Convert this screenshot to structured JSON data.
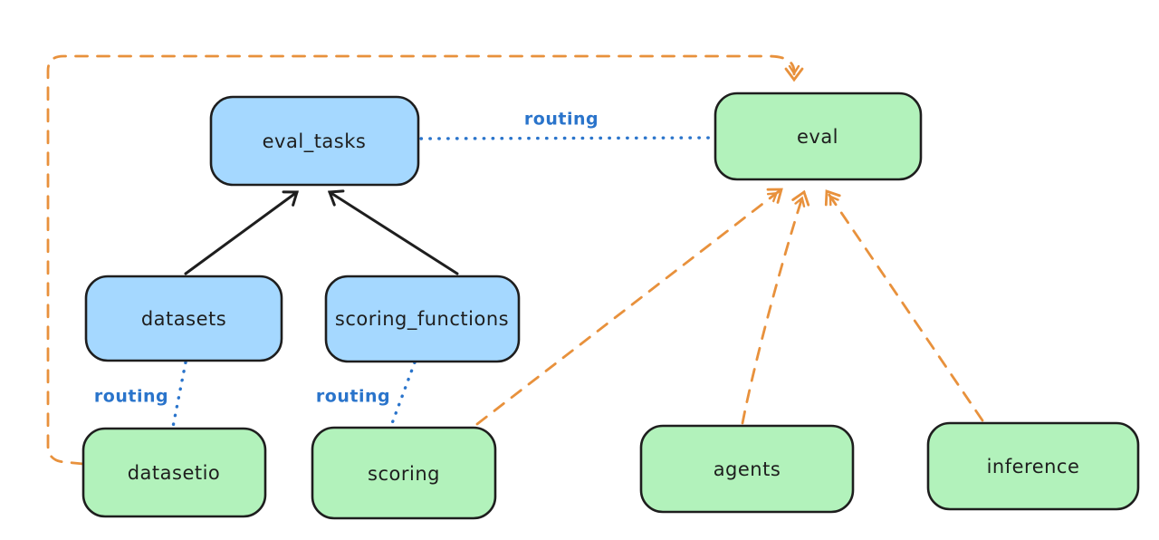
{
  "diagram": {
    "description": "Architecture diagram linking resource registries to providers",
    "nodes": {
      "eval_tasks": {
        "label": "eval_tasks",
        "fill": "#a5d8ff",
        "kind": "resource"
      },
      "eval": {
        "label": "eval",
        "fill": "#b2f2bb",
        "kind": "provider"
      },
      "datasets": {
        "label": "datasets",
        "fill": "#a5d8ff",
        "kind": "resource"
      },
      "scoring_functions": {
        "label": "scoring_functions",
        "fill": "#a5d8ff",
        "kind": "resource"
      },
      "datasetio": {
        "label": "datasetio",
        "fill": "#b2f2bb",
        "kind": "provider"
      },
      "scoring": {
        "label": "scoring",
        "fill": "#b2f2bb",
        "kind": "provider"
      },
      "agents": {
        "label": "agents",
        "fill": "#b2f2bb",
        "kind": "provider"
      },
      "inference": {
        "label": "inference",
        "fill": "#b2f2bb",
        "kind": "provider"
      }
    },
    "labels": {
      "routing": "routing"
    },
    "edges": [
      {
        "from": "datasets",
        "to": "eval_tasks",
        "style": "solid-arrow",
        "color": "black"
      },
      {
        "from": "scoring_functions",
        "to": "eval_tasks",
        "style": "solid-arrow",
        "color": "black"
      },
      {
        "from": "eval_tasks",
        "to": "eval",
        "style": "dotted-line",
        "color": "blue",
        "label": "routing"
      },
      {
        "from": "datasets",
        "to": "datasetio",
        "style": "dotted-line",
        "color": "blue",
        "label": "routing"
      },
      {
        "from": "scoring_functions",
        "to": "scoring",
        "style": "dotted-line",
        "color": "blue",
        "label": "routing"
      },
      {
        "from": "datasetio",
        "to": "eval",
        "style": "dashed-arrow",
        "color": "orange"
      },
      {
        "from": "scoring",
        "to": "eval",
        "style": "dashed-arrow",
        "color": "orange"
      },
      {
        "from": "agents",
        "to": "eval",
        "style": "dashed-arrow",
        "color": "orange"
      },
      {
        "from": "inference",
        "to": "eval",
        "style": "dashed-arrow",
        "color": "orange"
      }
    ],
    "colors": {
      "resource_fill": "#a5d8ff",
      "provider_fill": "#b2f2bb",
      "stroke": "#1e1e1e",
      "routing_blue": "#2a74cb",
      "dependency_orange": "#e8913c",
      "background": "#ffffff"
    }
  }
}
